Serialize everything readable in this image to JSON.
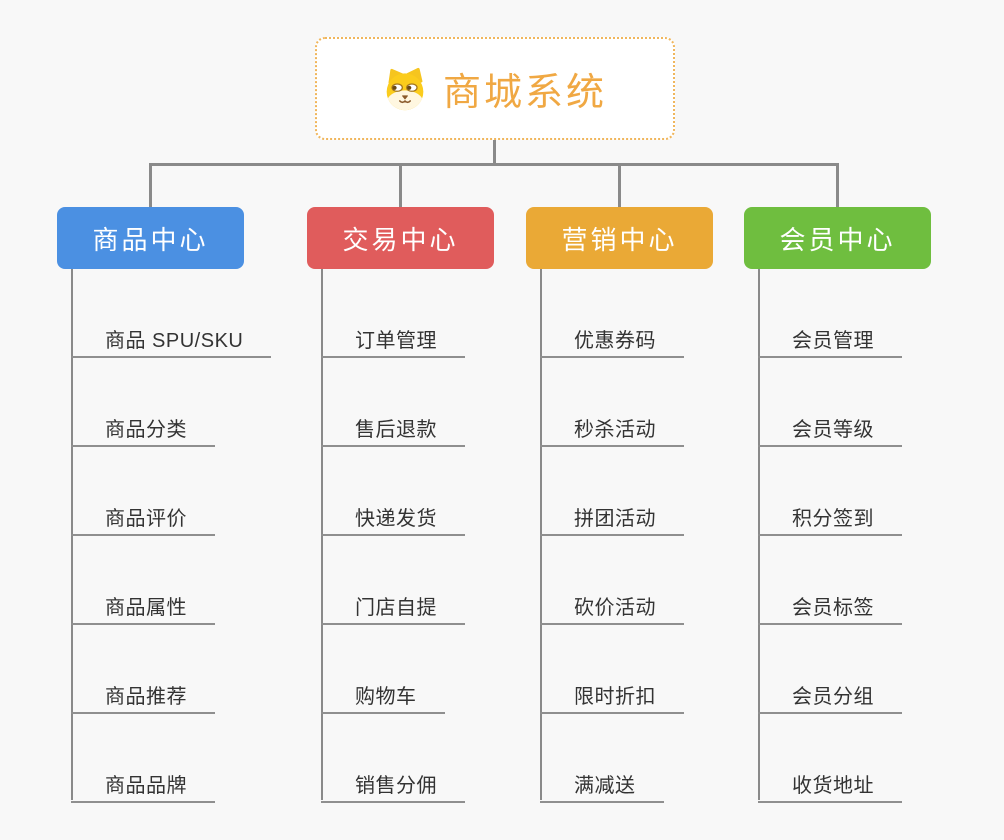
{
  "root": {
    "title": "商城系统",
    "icon": "dog-face-icon"
  },
  "branches": [
    {
      "label": "商品中心",
      "color": "#4B90E2",
      "items": [
        "商品 SPU/SKU",
        "商品分类",
        "商品评价",
        "商品属性",
        "商品推荐",
        "商品品牌"
      ]
    },
    {
      "label": "交易中心",
      "color": "#E05C5C",
      "items": [
        "订单管理",
        "售后退款",
        "快递发货",
        "门店自提",
        "购物车",
        "销售分佣"
      ]
    },
    {
      "label": "营销中心",
      "color": "#EAA936",
      "items": [
        "优惠券码",
        "秒杀活动",
        "拼团活动",
        "砍价活动",
        "限时折扣",
        "满减送"
      ]
    },
    {
      "label": "会员中心",
      "color": "#6FBE3F",
      "items": [
        "会员管理",
        "会员等级",
        "积分签到",
        "会员标签",
        "会员分组",
        "收货地址"
      ]
    }
  ],
  "palette": {
    "background": "#F8F8F8",
    "connector": "#8A8A8A",
    "item_underline": "#8F8F8F",
    "item_text": "#333333",
    "root_border": "#F0B65C",
    "root_background": "#FFFFFF",
    "root_text": "#F0A843",
    "header_text": "#FFFFFF",
    "dog_yellow": "#FBCC1C",
    "dog_cream": "#FFF7E0",
    "dog_brown": "#8A5A2B"
  }
}
